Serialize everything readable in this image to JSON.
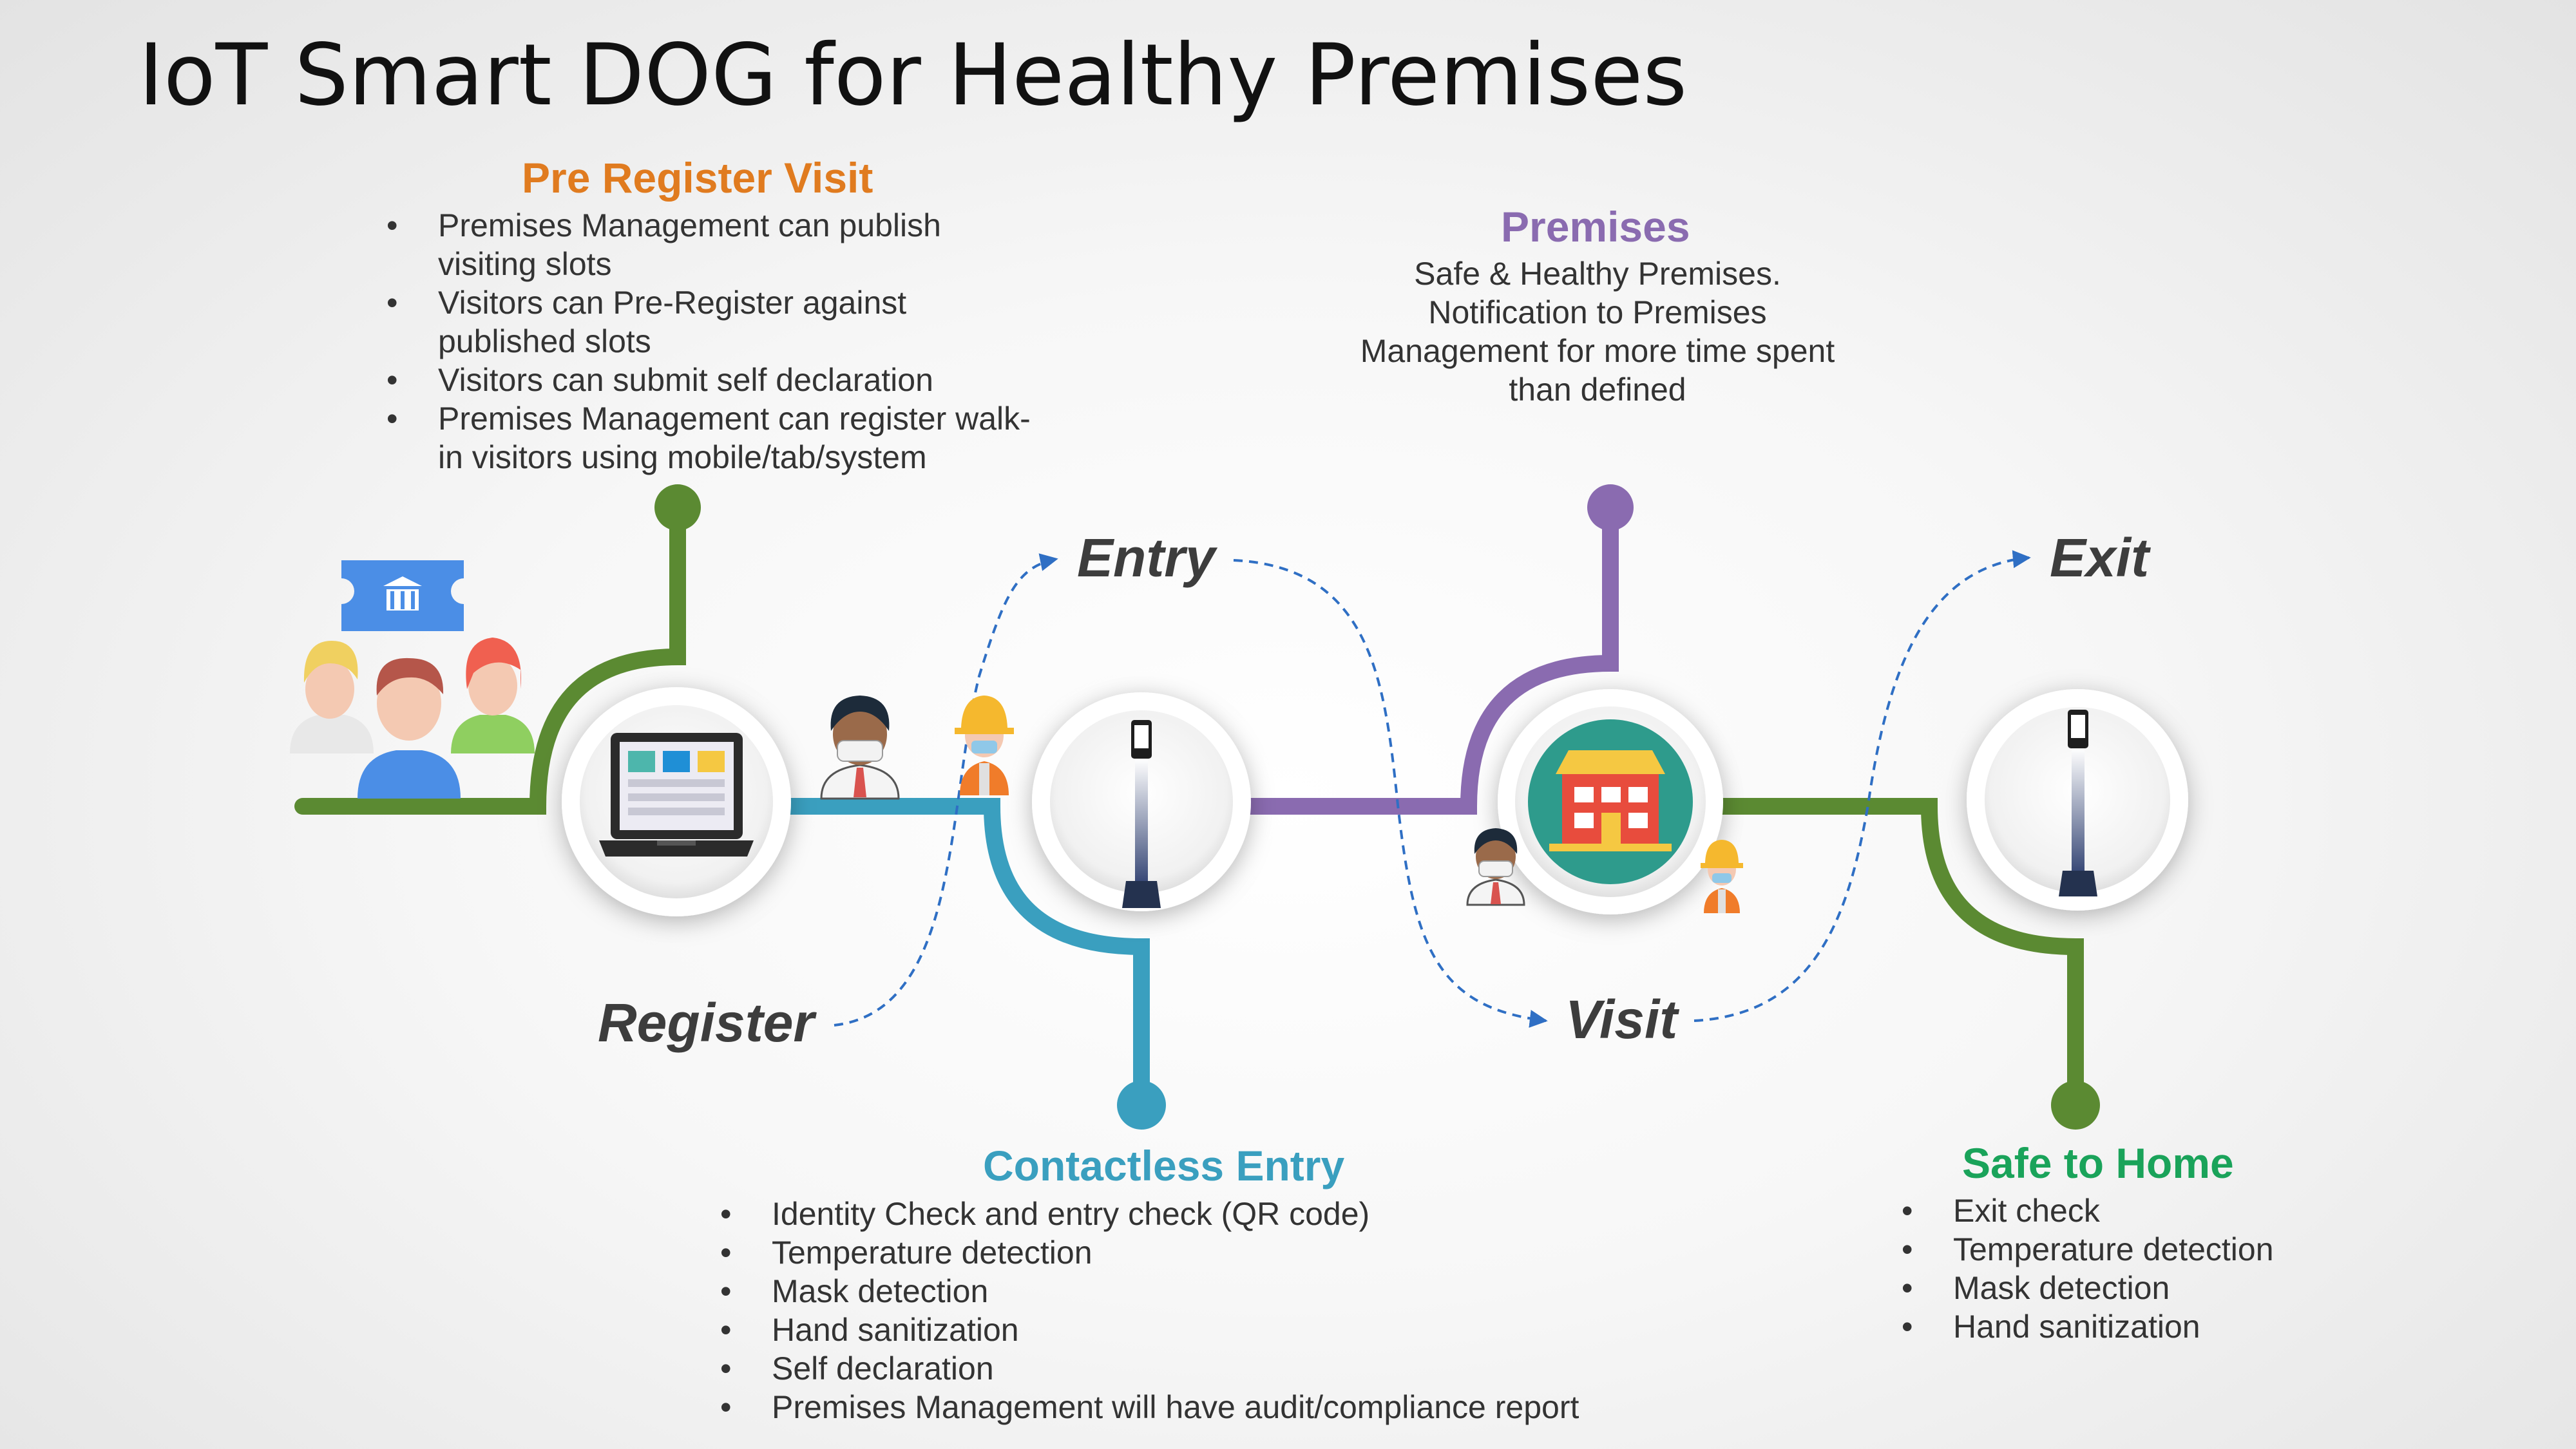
{
  "title": "IoT Smart DOG for Healthy Premises",
  "colors": {
    "pre_register": "#e07b1f",
    "premises": "#8a6bb0",
    "contactless": "#3a9fbf",
    "safe_home": "#1aa35a",
    "green_line": "#5b8a32",
    "teal_line": "#3a9fbf",
    "purple_line": "#8a6bb0"
  },
  "pre_register": {
    "heading": "Pre Register Visit",
    "bullets": [
      "Premises Management can publish visiting slots",
      "Visitors can Pre-Register against published slots",
      "Visitors can submit self declaration",
      "Premises Management can register walk-in visitors using mobile/tab/system"
    ]
  },
  "premises": {
    "heading": "Premises",
    "lines": [
      "Safe & Healthy Premises.",
      "Notification to Premises",
      "Management for more time spent",
      "than defined"
    ]
  },
  "contactless": {
    "heading": "Contactless Entry",
    "bullets": [
      "Identity Check and entry check (QR code)",
      "Temperature detection",
      "Mask detection",
      "Hand sanitization",
      "Self declaration",
      "Premises Management will have audit/compliance report"
    ]
  },
  "safe_home": {
    "heading": "Safe to Home",
    "bullets": [
      "Exit check",
      "Temperature detection",
      "Mask detection",
      "Hand sanitization"
    ]
  },
  "stages": {
    "register": "Register",
    "entry": "Entry",
    "visit": "Visit",
    "exit": "Exit"
  },
  "icons": {
    "visitors": "visitor-group-icon",
    "ticket": "museum-ticket-icon",
    "laptop": "laptop-dashboard-icon",
    "kiosk": "temperature-kiosk-icon",
    "building": "building-icon",
    "worker_masked": "masked-person-icon",
    "worker_helmet": "helmet-worker-icon"
  }
}
